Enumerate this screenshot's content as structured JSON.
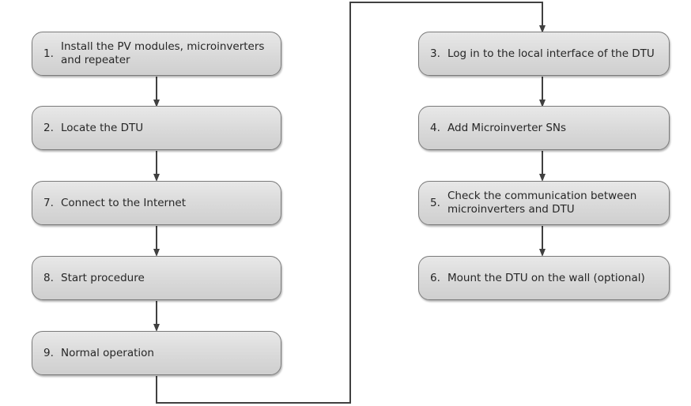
{
  "flowchart": {
    "left_column": [
      {
        "num": "1.",
        "text": "Install the PV modules, microinverters and repeater"
      },
      {
        "num": "2.",
        "text": "Locate the DTU"
      },
      {
        "num": "7.",
        "text": "Connect to the Internet"
      },
      {
        "num": "8.",
        "text": "Start procedure"
      },
      {
        "num": "9.",
        "text": "Normal operation"
      }
    ],
    "right_column": [
      {
        "num": "3.",
        "text": "Log in to the local interface of the DTU"
      },
      {
        "num": "4.",
        "text": "Add Microinverter SNs"
      },
      {
        "num": "5.",
        "text": "Check the communication between microinverters and DTU"
      },
      {
        "num": "6.",
        "text": "Mount the DTU on the wall (optional)"
      }
    ],
    "colors": {
      "box_fill": "#d9d9d9",
      "box_border": "#7a7a7a",
      "line": "#404040",
      "text": "#262626"
    }
  }
}
